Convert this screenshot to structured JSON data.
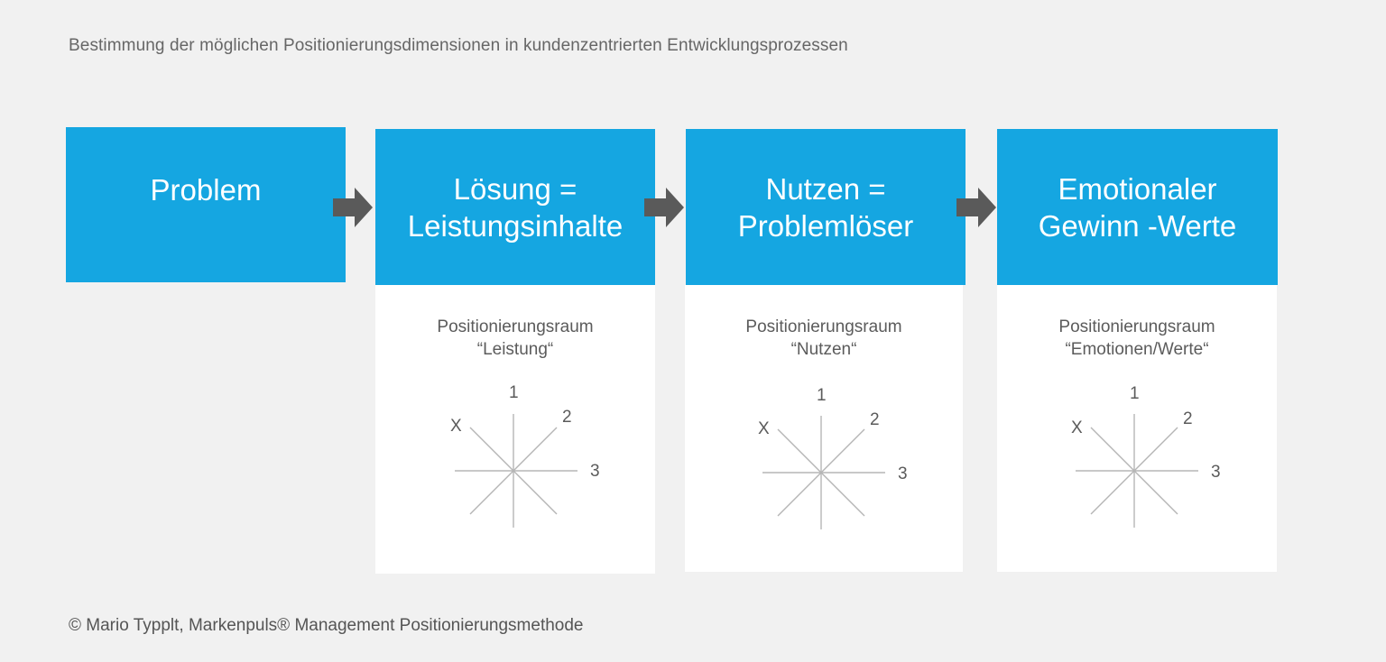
{
  "subtitle": "Bestimmung der möglichen Positionierungsdimensionen in kundenzentrierten Entwicklungsprozessen",
  "steps": [
    {
      "label": "Problem"
    },
    {
      "label": "Lösung =\nLeistungsinhalte"
    },
    {
      "label": "Nutzen =\nProblemlöser"
    },
    {
      "label": "Emotionaler\nGewinn -Werte"
    }
  ],
  "panels": [
    {
      "caption": "Positionierungsraum\n“Leistung“",
      "axis_labels": {
        "top": "1",
        "upper_right": "2",
        "right": "3",
        "upper_left": "X"
      }
    },
    {
      "caption": "Positionierungsraum\n“Nutzen“",
      "axis_labels": {
        "top": "1",
        "upper_right": "2",
        "right": "3",
        "upper_left": "X"
      }
    },
    {
      "caption": "Positionierungsraum\n“Emotionen/Werte“",
      "axis_labels": {
        "top": "1",
        "upper_right": "2",
        "right": "3",
        "upper_left": "X"
      }
    }
  ],
  "footer": "© Mario Typplt, Markenpuls® Management Positionierungsmethode",
  "colors": {
    "box_blue": "#15a6e1",
    "arrow": "#5a5a5a",
    "background": "#f1f1f1",
    "axis_line": "#b5b5b5"
  }
}
